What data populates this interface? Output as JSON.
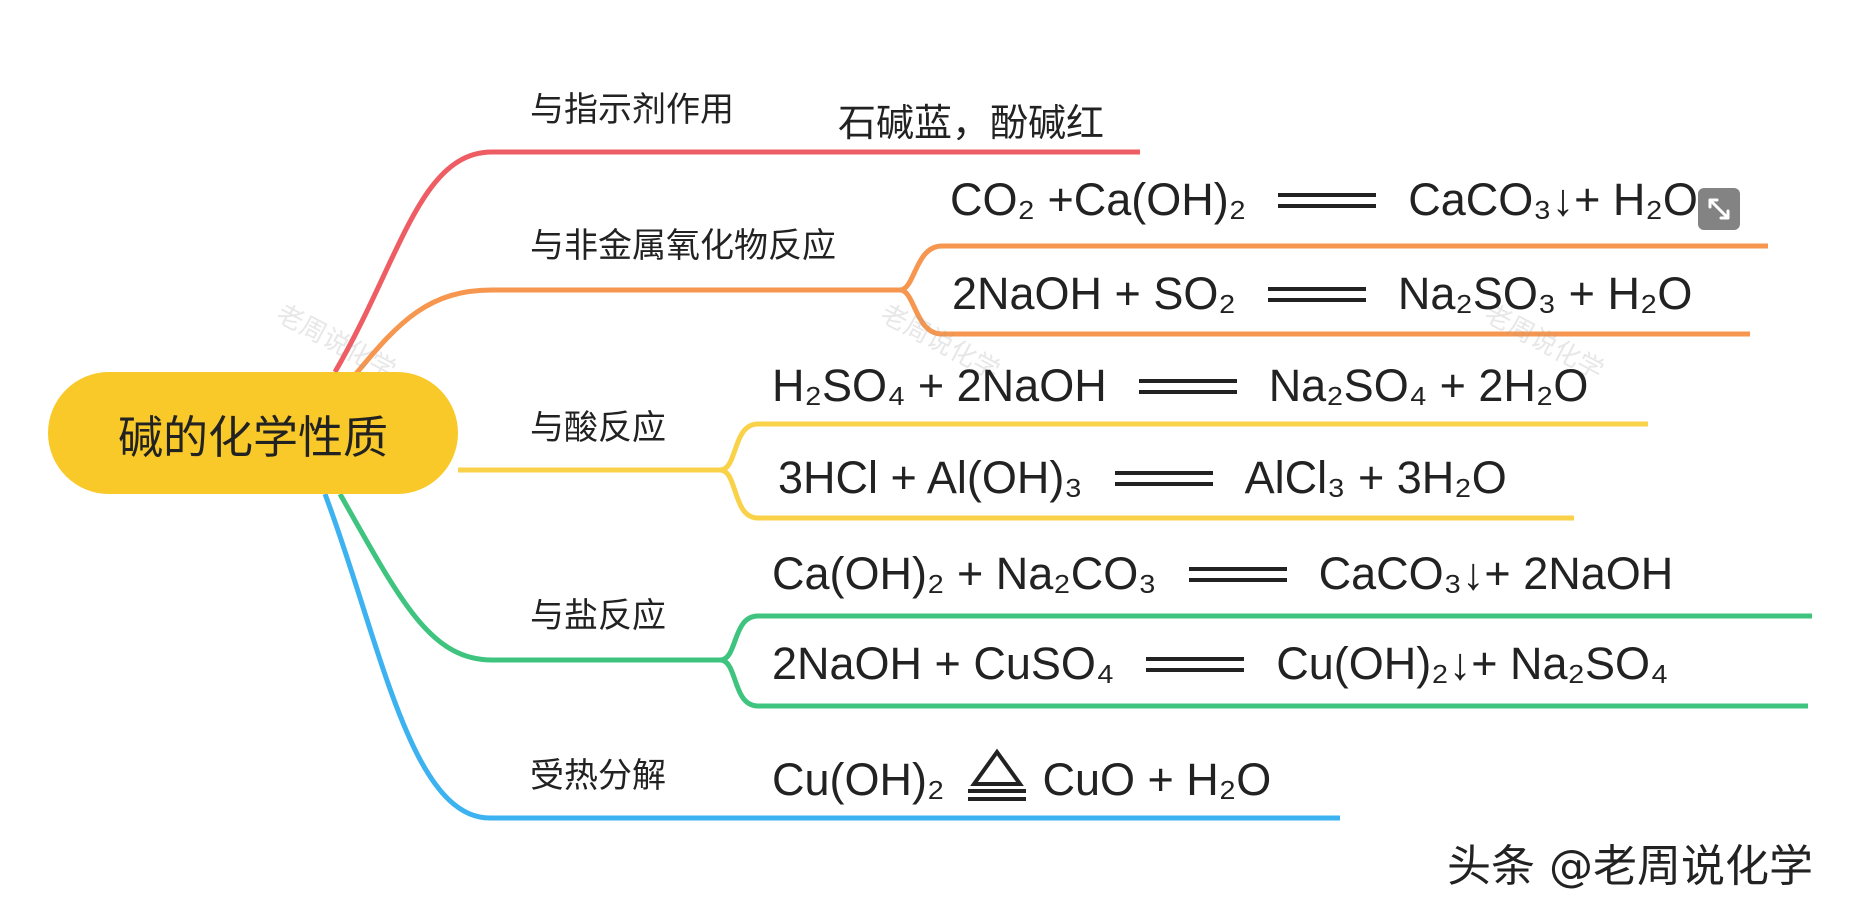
{
  "root": {
    "label": "碱的化学性质",
    "color": "#f8c928"
  },
  "branches": [
    {
      "key": "indicator",
      "label": "与指示剂作用",
      "color": "#ee5d63",
      "note": "石碱蓝，酚碱红"
    },
    {
      "key": "nonmetal_oxide",
      "label": "与非金属氧化物反应",
      "color": "#f6964f",
      "equations": [
        {
          "left": "CO₂ +Ca(OH)₂",
          "right": "CaCO₃↓+ H₂O"
        },
        {
          "left": "2NaOH + SO₂",
          "right": "Na₂SO₃ + H₂O"
        }
      ]
    },
    {
      "key": "acid",
      "label": "与酸反应",
      "color": "#f9d24a",
      "equations": [
        {
          "left": "H₂SO₄ + 2NaOH",
          "right": "Na₂SO₄ + 2H₂O"
        },
        {
          "left": "3HCl + Al(OH)₃",
          "right": "AlCl₃ + 3H₂O"
        }
      ]
    },
    {
      "key": "salt",
      "label": "与盐反应",
      "color": "#3ec47f",
      "equations": [
        {
          "left": "Ca(OH)₂ + Na₂CO₃",
          "right": "CaCO₃↓+ 2NaOH"
        },
        {
          "left": "2NaOH + CuSO₄",
          "right": "Cu(OH)₂↓+ Na₂SO₄"
        }
      ]
    },
    {
      "key": "decompose",
      "label": "受热分解",
      "color": "#3db2f0",
      "equations": [
        {
          "left": "Cu(OH)₂",
          "right": "CuO + H₂O",
          "condition": "heat"
        }
      ]
    }
  ],
  "watermark": "老周说化学",
  "credit": "头条 @老周说化学",
  "resize_icon": "resize-icon"
}
